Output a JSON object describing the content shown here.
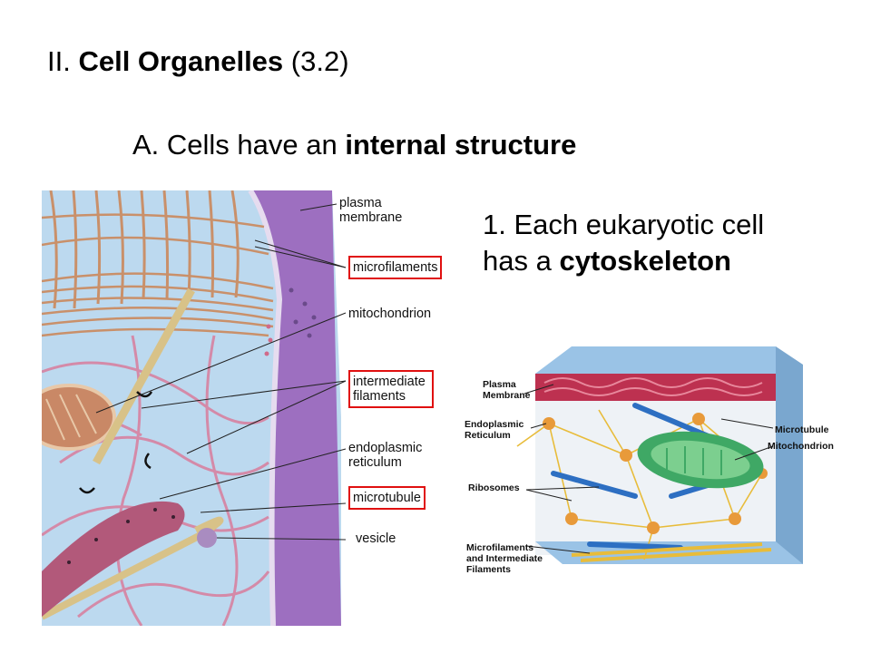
{
  "heading": {
    "prefix": "II. ",
    "bold": "Cell Organelles",
    "suffix": " (3.2)"
  },
  "subheading": {
    "prefix": "A. Cells have an ",
    "bold": "internal structure"
  },
  "point": {
    "line1": "1. Each eukaryotic cell",
    "prefix2": "has a ",
    "bold2": "cytoskeleton"
  },
  "figure1": {
    "labels": {
      "plasma_membrane": "plasma membrane",
      "microfilaments": "microfilaments",
      "mitochondrion": "mitochondrion",
      "intermediate_filaments": "intermediate filaments",
      "endoplasmic_reticulum": "endoplasmic reticulum",
      "microtubule": "microtubule",
      "vesicle": "vesicle"
    },
    "colors": {
      "highlight_box": "#e01010",
      "membrane": "#9d6fc0",
      "cytoplasm": "#bcd9ef",
      "filament": "#c9906a"
    }
  },
  "figure2": {
    "labels": {
      "plasma_membrane": "Plasma Membrane",
      "endoplasmic_reticulum": "Endoplasmic Reticulum",
      "ribosomes": "Ribosomes",
      "microfilaments_intermediate": "Microfilaments and Intermediate Filaments",
      "microtubule": "Microtubule",
      "mitochondrion": "Mitochondrion"
    }
  }
}
